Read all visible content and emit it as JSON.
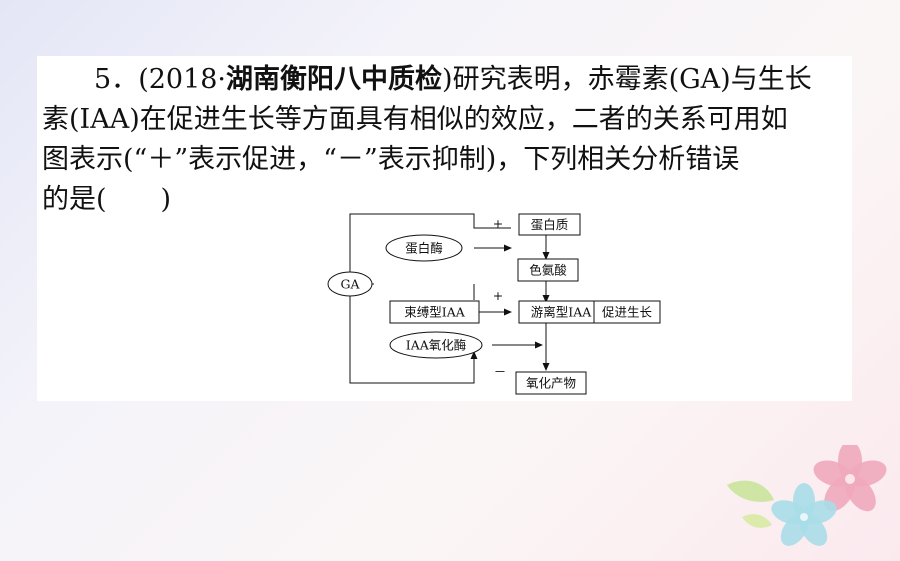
{
  "question": {
    "number": "5．",
    "source_open": "(2018·",
    "source_name": "湖南衡阳八中质检",
    "text_line1": ")研究表明，赤霉素(GA)与生长",
    "text_line2": "素(IAA)在促进生长等方面具有相似的效应，二者的关系可用如",
    "text_line3": "图表示(“＋”表示促进，“－”表示抑制)，下列相关分析错误",
    "text_line4": "的是(　　)"
  },
  "diagram": {
    "ga": "GA",
    "protease": "蛋白酶",
    "protein": "蛋白质",
    "tryptophan": "色氨酸",
    "bound_iaa": "束缚型IAA",
    "free_iaa": "游离型IAA",
    "promote_growth": "促进生长",
    "iaa_oxidase": "IAA氧化酶",
    "oxidation_product": "氧化产物",
    "plus_top": "+",
    "plus_mid": "+",
    "minus_bottom": "－"
  },
  "colors": {
    "flower_pink": "#f0a8bd",
    "flower_blue": "#a9dde8",
    "flower_green": "#c9e39a"
  }
}
